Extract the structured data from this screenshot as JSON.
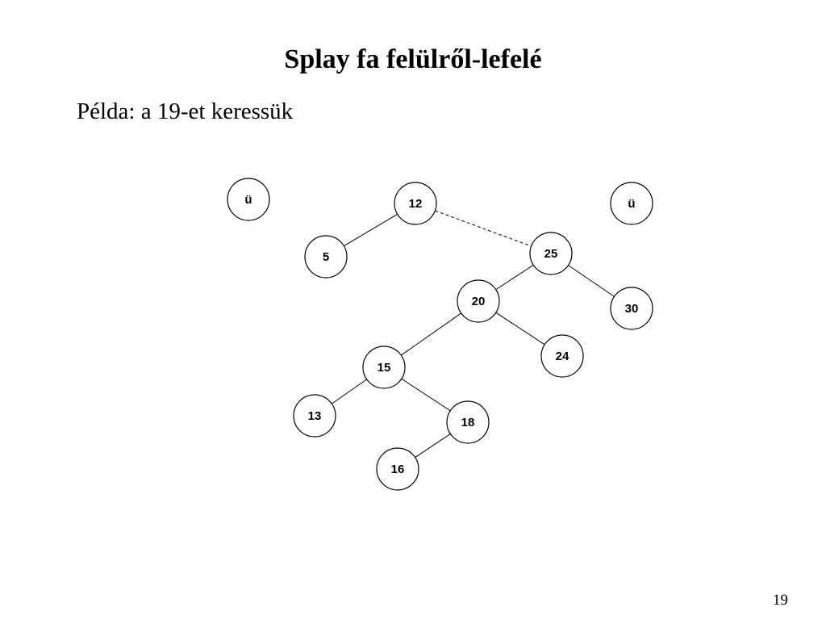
{
  "slide": {
    "title": "Splay fa felülről-lefelé",
    "subtitle": "Példa: a 19-et keressük",
    "page_number": "19"
  },
  "diagram": {
    "nodes": [
      {
        "id": "u-left",
        "label": "ü"
      },
      {
        "id": "n12",
        "label": "12"
      },
      {
        "id": "u-right",
        "label": "ü"
      },
      {
        "id": "n5",
        "label": "5"
      },
      {
        "id": "n25",
        "label": "25"
      },
      {
        "id": "n20",
        "label": "20"
      },
      {
        "id": "n30",
        "label": "30"
      },
      {
        "id": "n24",
        "label": "24"
      },
      {
        "id": "n15",
        "label": "15"
      },
      {
        "id": "n13",
        "label": "13"
      },
      {
        "id": "n18",
        "label": "18"
      },
      {
        "id": "n16",
        "label": "16"
      }
    ],
    "edges": [
      {
        "from": "n12",
        "to": "n5",
        "style": "solid"
      },
      {
        "from": "n12",
        "to": "n25",
        "style": "dashed"
      },
      {
        "from": "n25",
        "to": "n20",
        "style": "solid"
      },
      {
        "from": "n25",
        "to": "n30",
        "style": "solid"
      },
      {
        "from": "n20",
        "to": "n15",
        "style": "solid"
      },
      {
        "from": "n20",
        "to": "n24",
        "style": "solid"
      },
      {
        "from": "n15",
        "to": "n13",
        "style": "solid"
      },
      {
        "from": "n15",
        "to": "n18",
        "style": "solid"
      },
      {
        "from": "n18",
        "to": "n16",
        "style": "solid"
      }
    ]
  }
}
